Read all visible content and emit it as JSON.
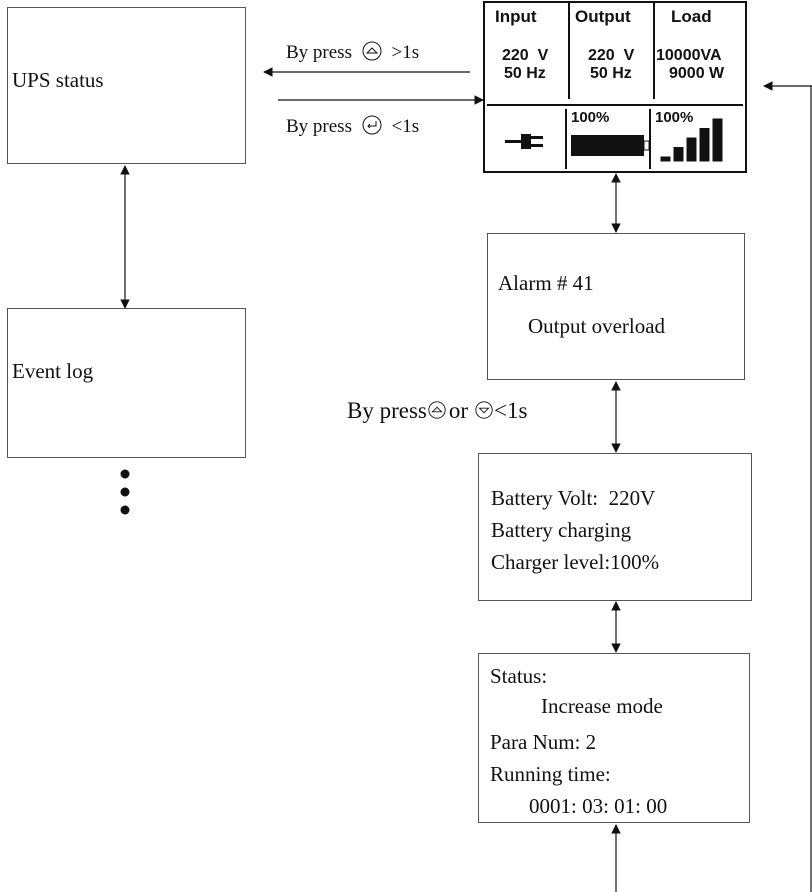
{
  "left": {
    "ups_status": "UPS status",
    "event_log": "Event log"
  },
  "press_labels": {
    "up_long": [
      "By press",
      ">1s"
    ],
    "enter_short": [
      "By press",
      "<1s"
    ],
    "scroll": [
      "By press",
      "or",
      "<1s"
    ]
  },
  "lcd": {
    "headers": [
      "Input",
      "Output",
      "Load"
    ],
    "input": [
      "220  V",
      "50 Hz"
    ],
    "output": [
      "220  V",
      "50 Hz"
    ],
    "load": [
      "10000VA",
      "9000 W"
    ],
    "battery_pct": "100%",
    "load_pct": "100%",
    "battery_level": 1.0,
    "load_level": 1.0
  },
  "alarm": {
    "code": "Alarm # 41",
    "message": "Output overload"
  },
  "battery": {
    "lines": [
      "Battery Volt:  220V",
      "Battery charging",
      "Charger level:100%"
    ]
  },
  "status": {
    "label": "Status:",
    "mode": "Increase mode",
    "para_label": "Para Num:",
    "para_value": "2",
    "running_label": "Running time:",
    "running_value": "0001: 03: 01: 00"
  },
  "icons": {
    "plug": "power-plug-icon",
    "battery": "battery-icon",
    "load_bars": "signal-bars-icon",
    "up_key": "up-key-icon",
    "enter_key": "enter-key-icon",
    "down_key": "down-key-icon"
  }
}
